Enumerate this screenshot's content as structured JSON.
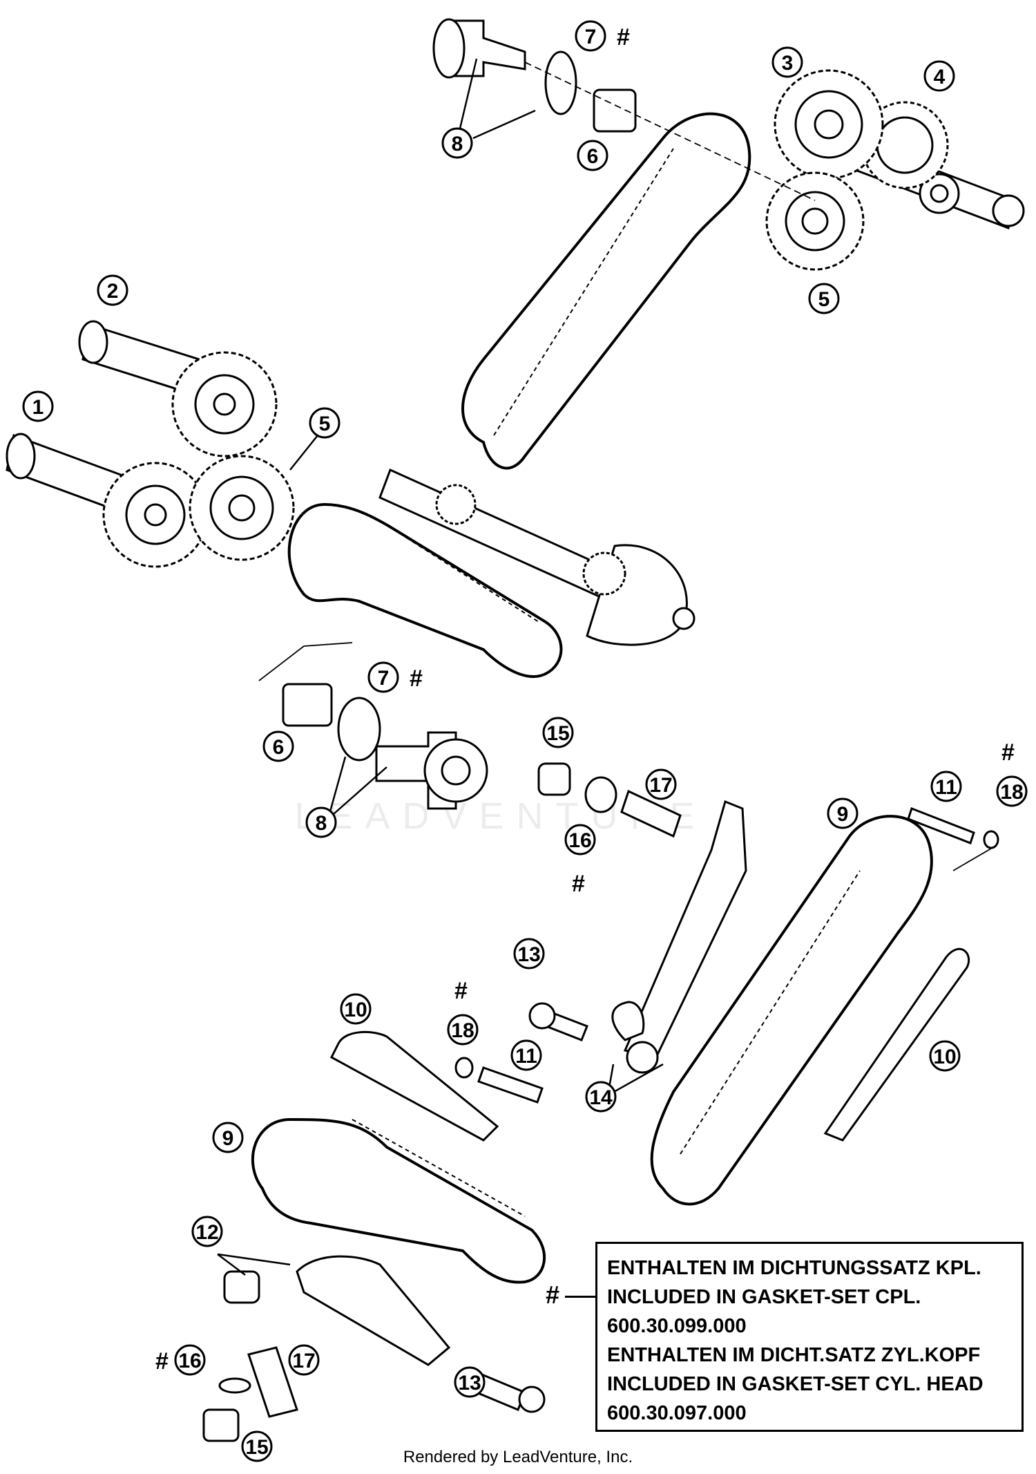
{
  "callouts": [
    "1",
    "2",
    "3",
    "4",
    "5",
    "5",
    "6",
    "6",
    "7",
    "7",
    "8",
    "8",
    "9",
    "9",
    "10",
    "10",
    "11",
    "11",
    "12",
    "13",
    "13",
    "14",
    "15",
    "15",
    "16",
    "16",
    "17",
    "17",
    "18",
    "18"
  ],
  "hash_mark": "#",
  "legend": {
    "marker": "#",
    "line1": "ENTHALTEN IM DICHTUNGSSATZ KPL.",
    "line2": "INCLUDED IN GASKET-SET CPL.",
    "line3": "600.30.099.000",
    "line4": "ENTHALTEN IM DICHT.SATZ ZYL.KOPF",
    "line5": "INCLUDED IN GASKET-SET CYL. HEAD",
    "line6": "600.30.097.000"
  },
  "watermark": "LEADVENTURE",
  "footer": "Rendered by LeadVenture, Inc."
}
